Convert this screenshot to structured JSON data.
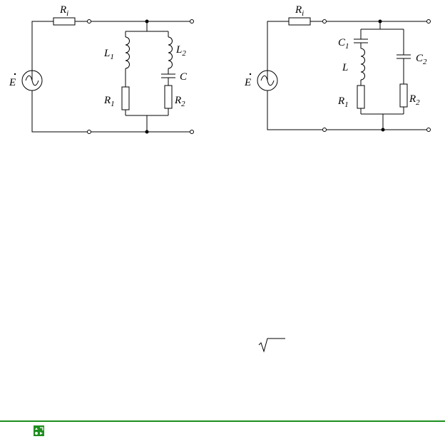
{
  "circuit_a": {
    "source": {
      "symbol": "E"
    },
    "Ri": {
      "main": "R",
      "sub": "i"
    },
    "L1": {
      "main": "L",
      "sub": "1"
    },
    "L2": {
      "main": "L",
      "sub": "2"
    },
    "C": {
      "main": "C"
    },
    "R1": {
      "main": "R",
      "sub": "1"
    },
    "R2": {
      "main": "R",
      "sub": "2"
    }
  },
  "circuit_b": {
    "source": {
      "symbol": "E"
    },
    "Ri": {
      "main": "R",
      "sub": "i"
    },
    "C1": {
      "main": "C",
      "sub": "1"
    },
    "L": {
      "main": "L"
    },
    "C2": {
      "main": "C",
      "sub": "2"
    },
    "R1": {
      "main": "R",
      "sub": "1"
    },
    "R2": {
      "main": "R",
      "sub": "2"
    }
  },
  "colors": {
    "footer": "#1e8f1e",
    "wire": "#000000"
  },
  "icons": {
    "footer": "navigation-icon",
    "root": "square-root-icon"
  }
}
